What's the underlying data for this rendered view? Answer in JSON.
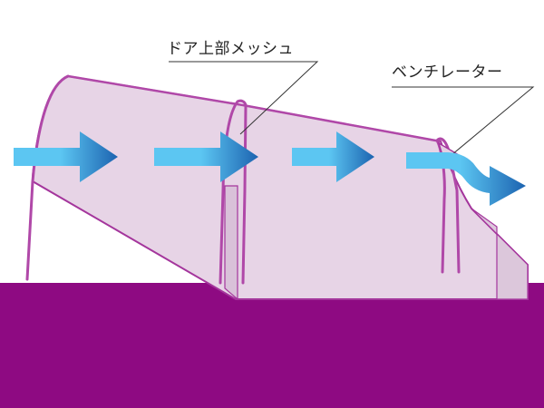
{
  "callouts": {
    "door_mesh": "ドア上部メッシュ",
    "ventilator": "ベンチレーター"
  },
  "colors": {
    "ground": "#8e0a82",
    "tent_fill": "#e7d4e6",
    "tent_stroke": "#a4359c",
    "pole": "#b048a8",
    "arrow_light": "#5cc6f2",
    "arrow_dark": "#1c63b0",
    "leader_line": "#333333"
  },
  "airflow": {
    "direction": "left-to-right",
    "arrow_count": 4,
    "exit": "ventilator"
  }
}
